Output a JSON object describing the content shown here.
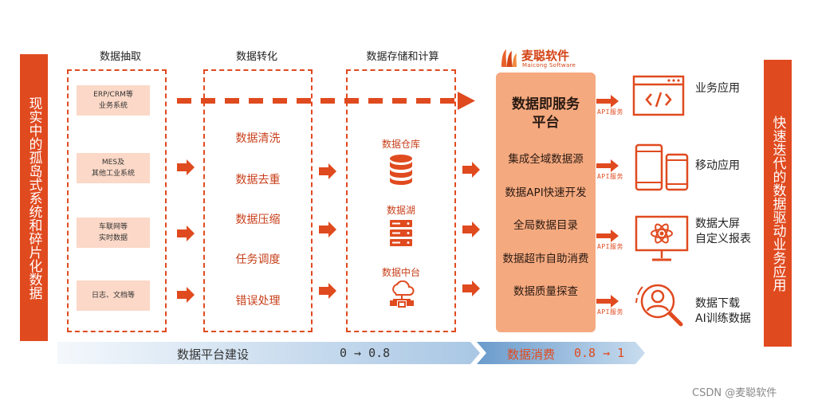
{
  "left_banner": "现实中的孤岛式系统和碎片化数据",
  "right_banner": "快速迭代的数据驱动业务应用",
  "columns": {
    "extract_title": "数据抽取",
    "convert_title": "数据转化",
    "storage_title": "数据存储和计算"
  },
  "sources": [
    {
      "line1": "ERP/CRM等",
      "line2": "业务系统"
    },
    {
      "line1": "MES及",
      "line2": "其他工业系统"
    },
    {
      "line1": "车联网等",
      "line2": "实时数据"
    },
    {
      "line1": "日志、文档等",
      "line2": ""
    }
  ],
  "conversions": [
    "数据清洗",
    "数据去重",
    "数据压缩",
    "任务调度",
    "错误处理"
  ],
  "storage": [
    {
      "label": "数据仓库",
      "icon": "database-icon"
    },
    {
      "label": "数据湖",
      "icon": "server-icon"
    },
    {
      "label": "数据中台",
      "icon": "cloud-network-icon"
    }
  ],
  "logo": {
    "name": "麦聪软件",
    "sub": "Maicong Software"
  },
  "platform": {
    "title_line1": "数据即服务",
    "title_line2": "平台",
    "items": [
      "集成全域数据源",
      "数据API快速开发",
      "全局数据目录",
      "数据超市自助消费",
      "数据质量探查"
    ]
  },
  "api_label": "API服务",
  "apps": [
    {
      "line1": "业务应用",
      "line2": "",
      "icon": "code-window-icon"
    },
    {
      "line1": "移动应用",
      "line2": "",
      "icon": "mobile-devices-icon"
    },
    {
      "line1": "数据大屏",
      "line2": "自定义报表",
      "icon": "monitor-atom-icon"
    },
    {
      "line1": "数据下载",
      "line2": "AI训练数据",
      "icon": "user-search-icon"
    }
  ],
  "bottom_bar": {
    "build_label": "数据平台建设",
    "build_range": "0 → 0.8",
    "consume_label": "数据消费",
    "consume_range": "0.8 → 1"
  },
  "watermark": "CSDN @麦聪软件",
  "colors": {
    "accent": "#e04a1f",
    "platform": "#f5a97f",
    "source_box": "#fbd8c7"
  }
}
